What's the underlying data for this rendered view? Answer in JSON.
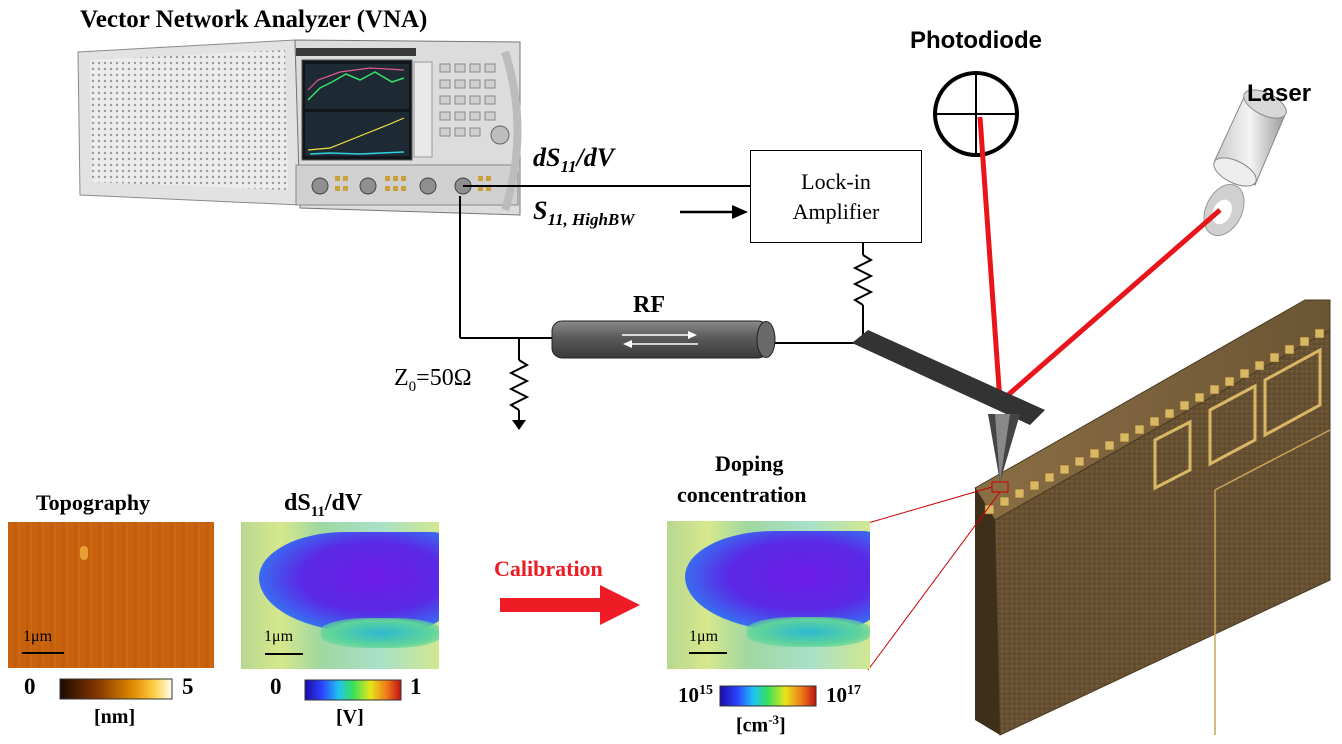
{
  "vna": {
    "title": "Vector Network Analyzer (VNA)"
  },
  "signals": {
    "ds_dv": "dS",
    "ds_dv_sub": "11",
    "ds_dv_suffix": "/dV",
    "s11": "S",
    "s11_sub": "11, HighBW"
  },
  "lockin": {
    "line1": "Lock-in",
    "line2": "Amplifier"
  },
  "rf": {
    "label": "RF"
  },
  "impedance": {
    "prefix": "Z",
    "sub": "0",
    "value": "=50Ω"
  },
  "photodiode": {
    "label": "Photodiode"
  },
  "laser": {
    "label": "Laser"
  },
  "calibration": {
    "label": "Calibration"
  },
  "panels": {
    "topography": {
      "title": "Topography",
      "scale": "1μm",
      "cbar_min": "0",
      "cbar_max": "5",
      "unit": "[nm]"
    },
    "dsdv": {
      "title_main": "dS",
      "title_sub": "11",
      "title_suffix": "/dV",
      "scale": "1μm",
      "cbar_min": "0",
      "cbar_max": "1",
      "unit": "[V]"
    },
    "doping": {
      "title_line1": "Doping",
      "title_line2": "concentration",
      "scale": "1μm",
      "cbar_min_base": "10",
      "cbar_min_exp": "15",
      "cbar_max_base": "10",
      "cbar_max_exp": "17",
      "unit_main": "[cm",
      "unit_exp": "-3",
      "unit_close": "]"
    }
  },
  "colors": {
    "laser_beam": "#e8151b",
    "calibration_arrow": "#ee1c24",
    "chip_body": "#6e5636",
    "chip_pads": "#d9b765",
    "probe_cable": "#555555"
  },
  "icons": [
    "vna-instrument-icon",
    "photodiode-icon",
    "laser-icon",
    "coax-cable-icon",
    "resistor-icon",
    "ground-icon",
    "cantilever-icon",
    "chip-sample-icon"
  ]
}
